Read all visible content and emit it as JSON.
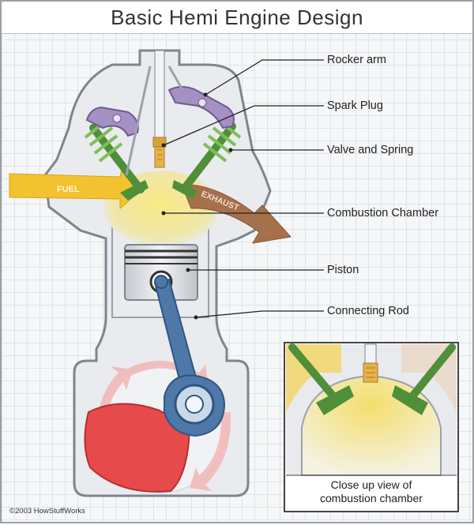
{
  "title": "Basic Hemi Engine Design",
  "labels": {
    "rocker_arm": "Rocker arm",
    "spark_plug": "Spark Plug",
    "valve_spring": "Valve and Spring",
    "combustion_chamber": "Combustion Chamber",
    "piston": "Piston",
    "connecting_rod": "Connecting Rod"
  },
  "arrows": {
    "fuel": "FUEL",
    "exhaust": "EXHAUST"
  },
  "inset": {
    "caption_line1": "Close up view of",
    "caption_line2": "combustion chamber"
  },
  "copyright": "©2003 HowStuffWorks",
  "colors": {
    "engine_body": "#e9ebee",
    "engine_outline": "#7d8590",
    "rocker": "#a590c4",
    "valve": "#4f8f3a",
    "combustion": "#f3e27a",
    "piston": "#d6d9de",
    "rod": "#4d78a8",
    "crank": "#e64a4a",
    "fuel_arrow": "#f2c230",
    "exhaust_arrow": "#a6704a",
    "spark_plug": "#d9a23a"
  }
}
